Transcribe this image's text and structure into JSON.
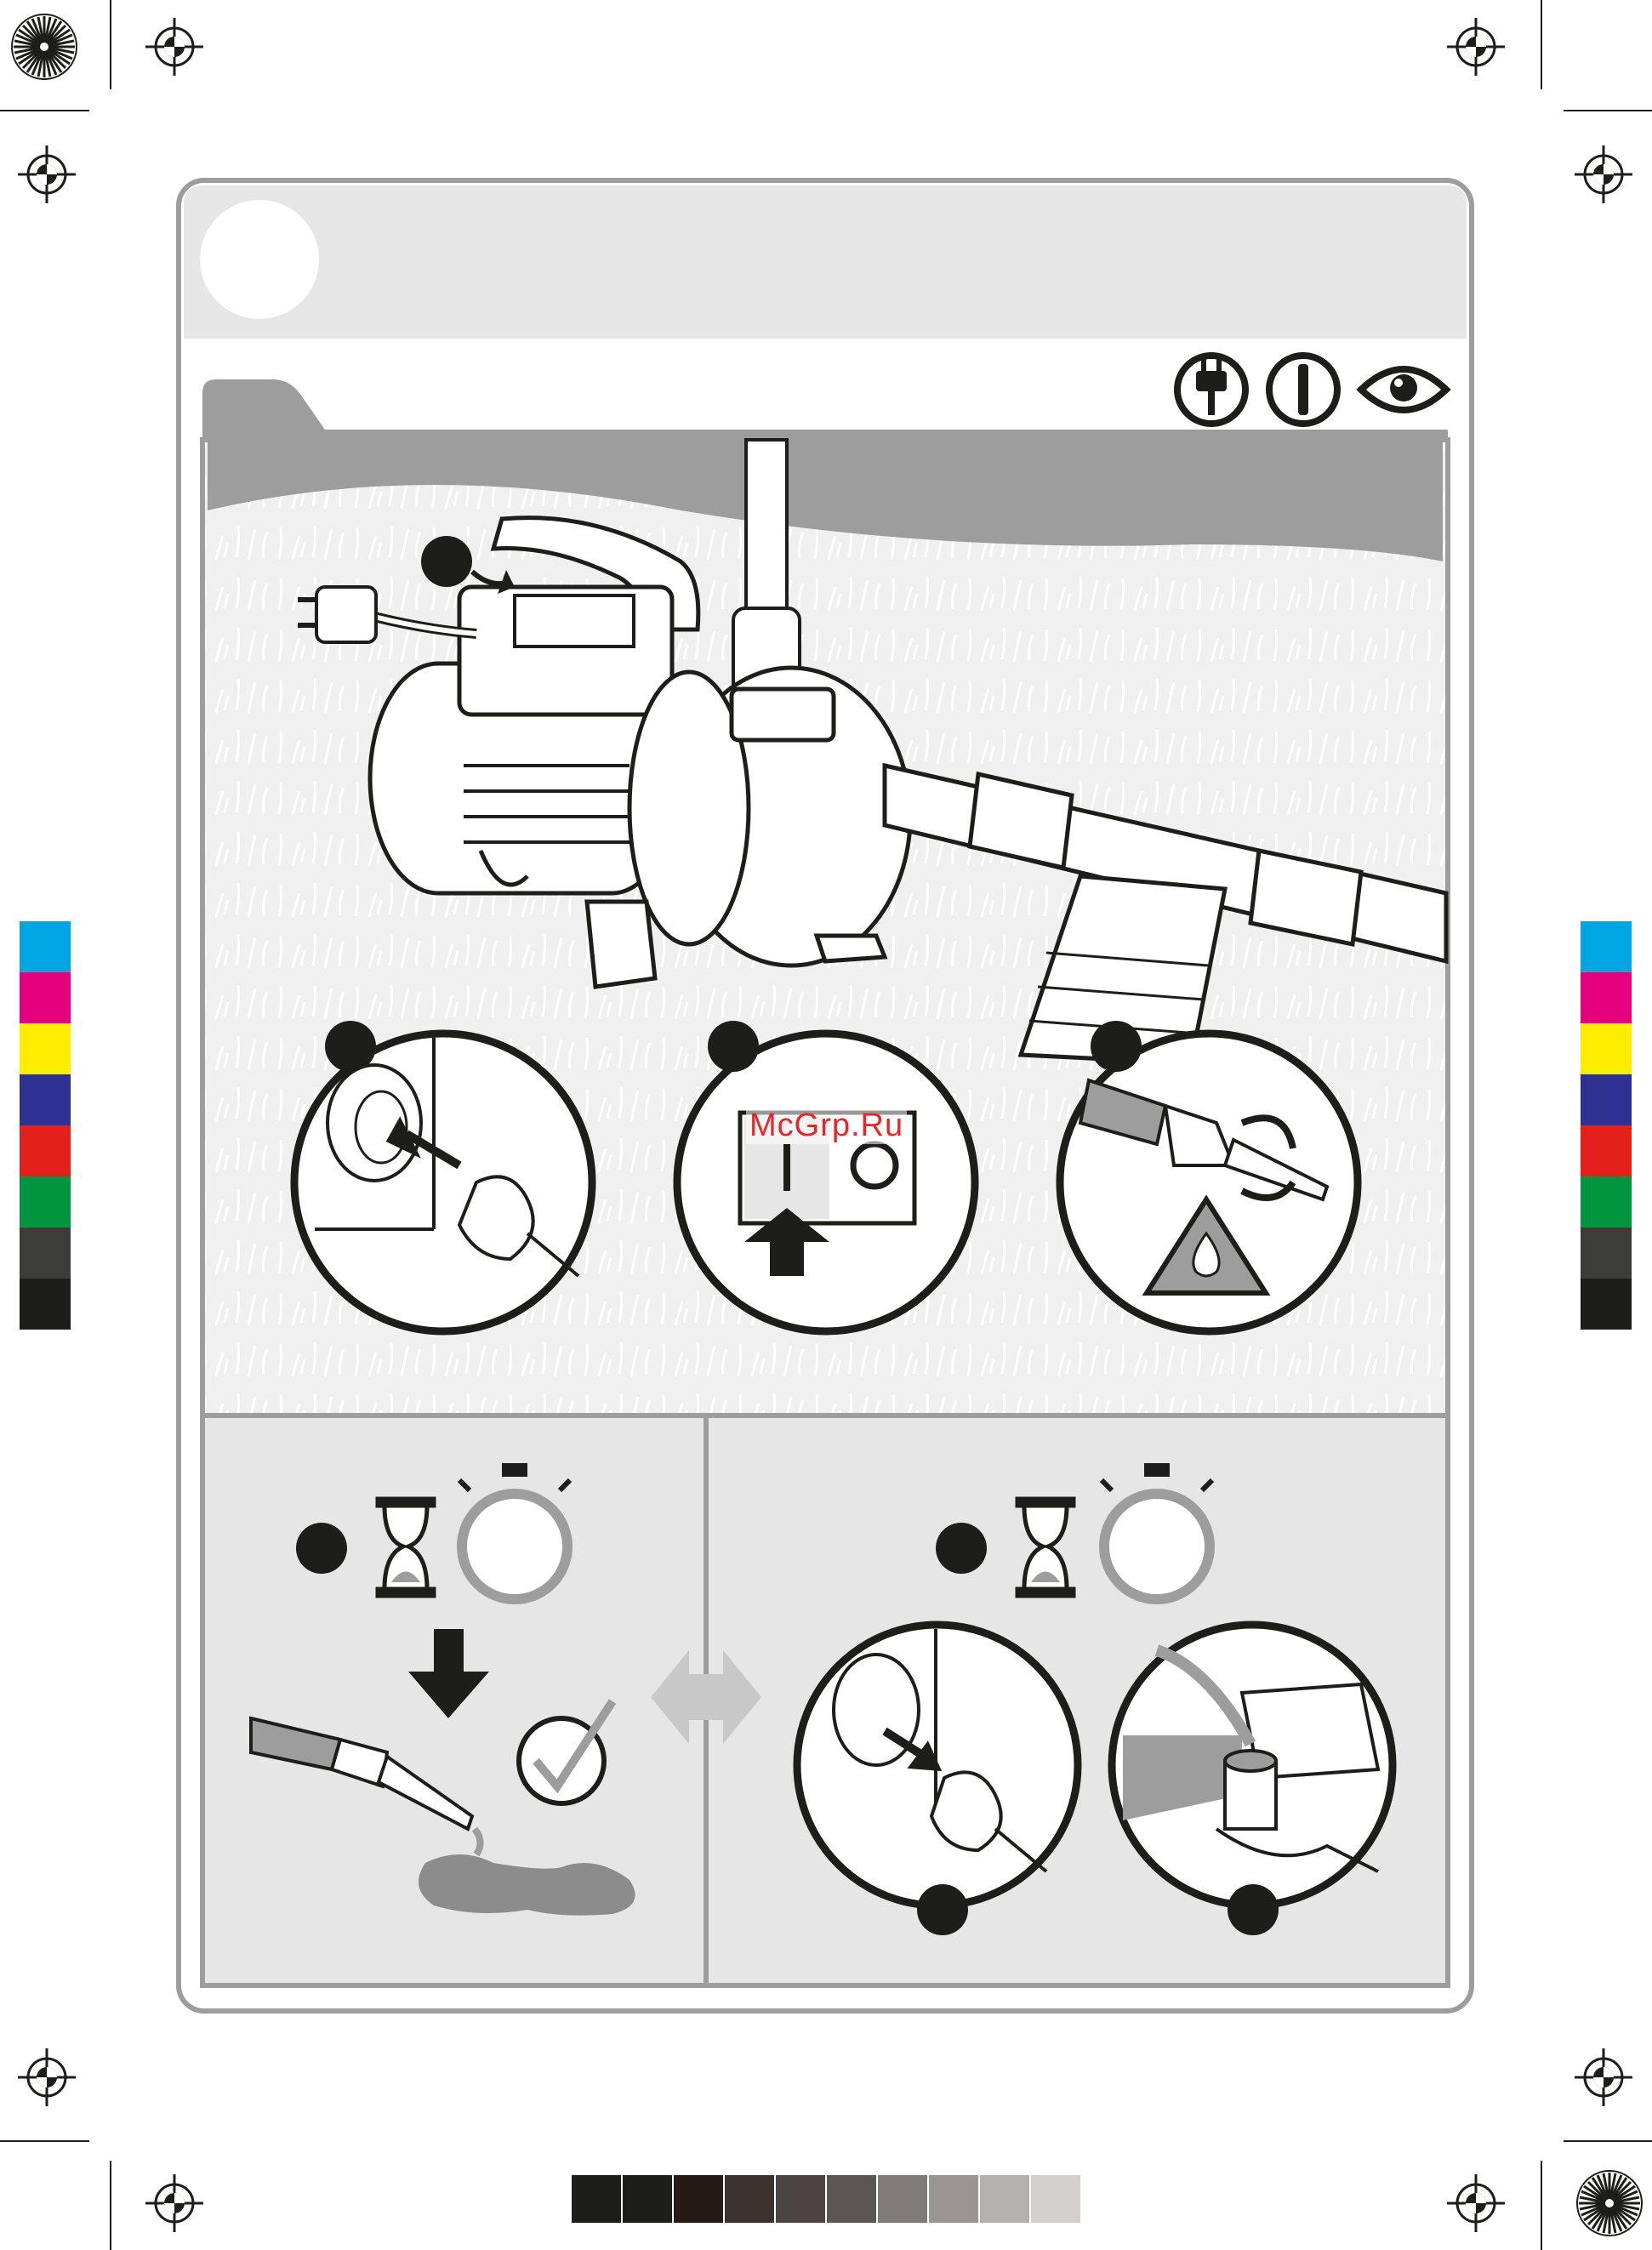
{
  "watermark": "McGrp.Ru",
  "colors": {
    "frame_grey": "#9d9d9d",
    "panel_light": "#e6e6e6",
    "scene_bg": "#f0f0f0",
    "accent_black": "#1d1d1b",
    "puddle": "#8c8c8c"
  },
  "color_bars": [
    "#00a6e2",
    "#e6007e",
    "#ffed00",
    "#2e3192",
    "#e3201b",
    "#00963f",
    "#3c3c3b",
    "#1d1d1b"
  ],
  "grey_scale": [
    "#1d1d1b",
    "#1d1d1b",
    "#251a15",
    "#3a3330",
    "#4b4442",
    "#5b5553",
    "#807a78",
    "#9a9594",
    "#b3b1b0",
    "#d2d0cf"
  ],
  "header_icons": [
    "plug-icon",
    "power-switch-icon",
    "eye-icon"
  ],
  "steps": {
    "main": "pump-setup",
    "circles": [
      "plug-in",
      "switch-on",
      "nozzle-open"
    ],
    "bottom_left": "wait-then-water-flows",
    "bottom_right": "wait-then-unplug-and-refill"
  }
}
